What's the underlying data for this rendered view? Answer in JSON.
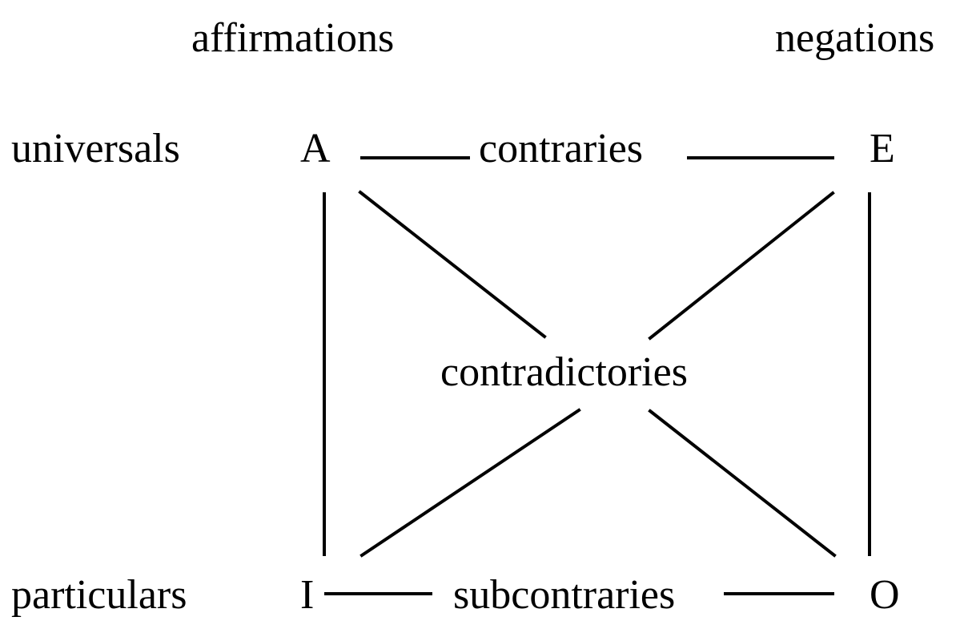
{
  "columns": {
    "affirmations": "affirmations",
    "negations": "negations"
  },
  "rows": {
    "universals": "universals",
    "particulars": "particulars"
  },
  "corners": {
    "A": "A",
    "E": "E",
    "I": "I",
    "O": "O"
  },
  "relations": {
    "contraries": "contraries",
    "contradictories": "contradictories",
    "subcontraries": "subcontraries"
  }
}
